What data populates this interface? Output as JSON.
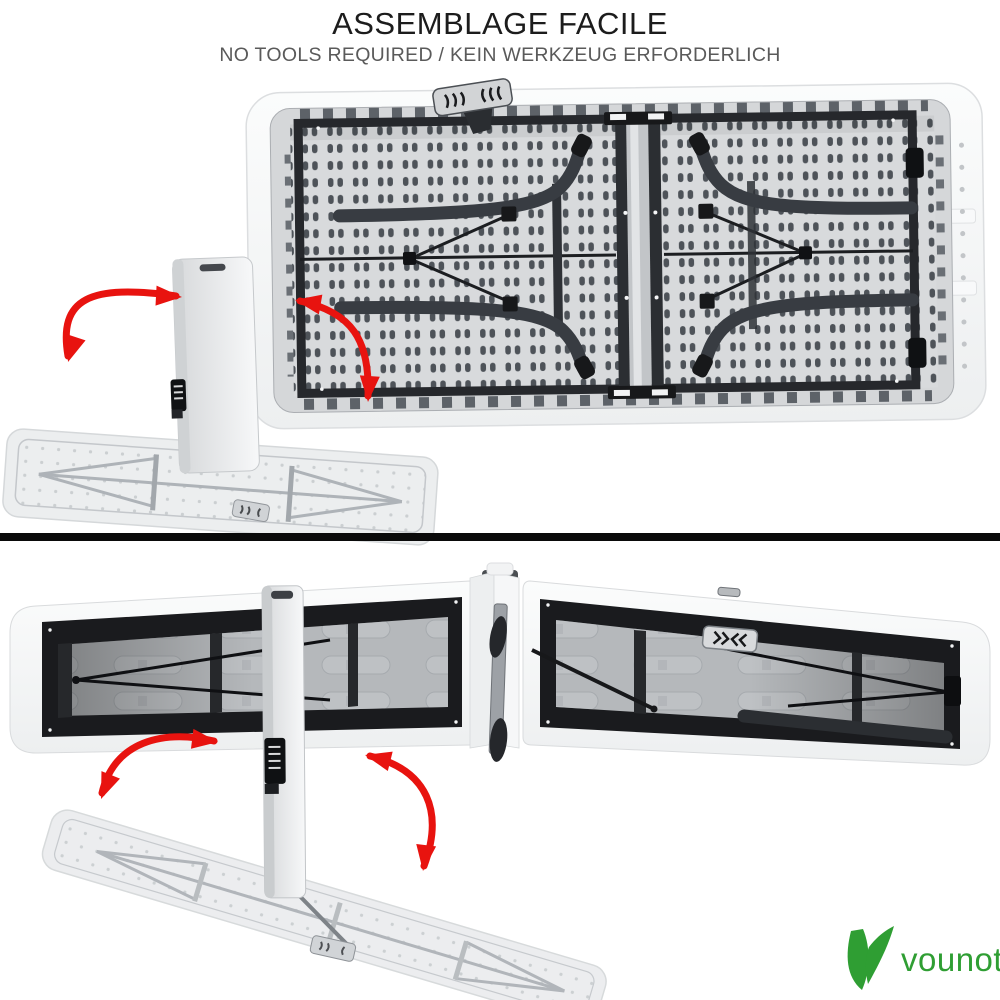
{
  "header": {
    "title": "ASSEMBLAGE FACILE",
    "subtitle": "NO TOOLS REQUIRED / KEIN WERKZEUG ERFORDERLICH"
  },
  "brand": {
    "name": "vounot",
    "color": "#2f9e33"
  },
  "colors": {
    "arrow_red": "#e8130f",
    "divider_black": "#0a0a0a",
    "table_shell_white": "#f5f6f7",
    "table_underside_gray": "#d5d7d9",
    "frame_dark": "#26282c",
    "logo_green": "#2f9e33"
  },
  "icons": {
    "fold_direction_arrow": "curved-red-double-arrow",
    "carry_handle": "ribbed-clip-handle-icon",
    "latch": "black-latch-clip-icon",
    "brand_logo": "vounot-leaf-v-icon"
  }
}
